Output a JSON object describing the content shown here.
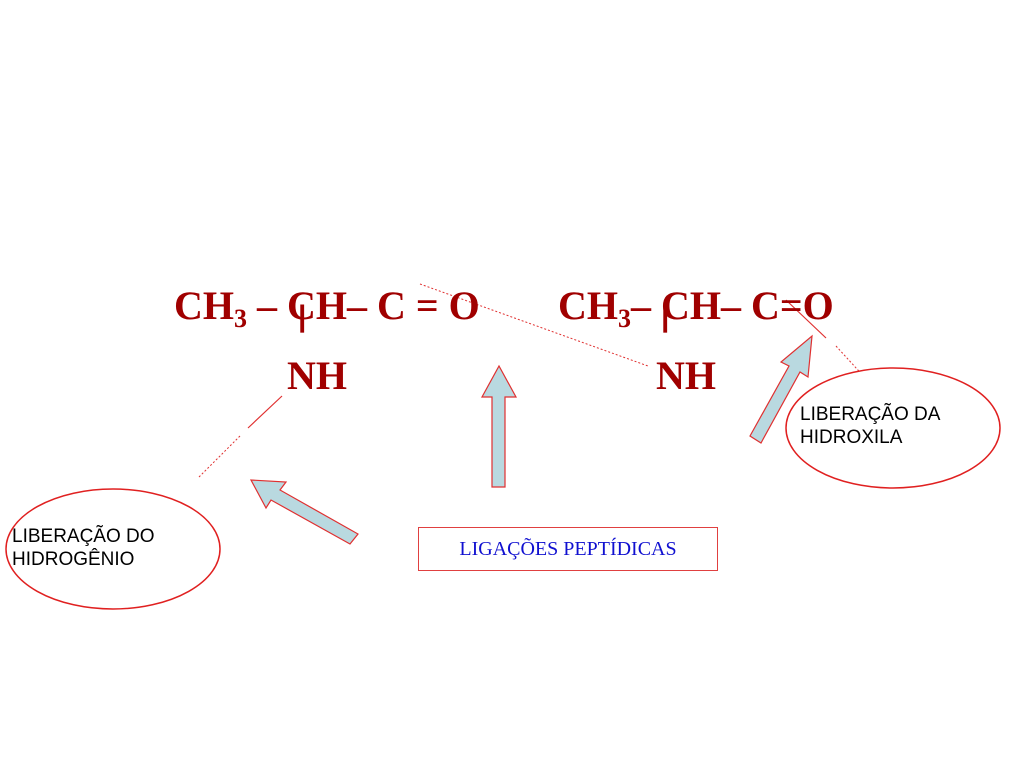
{
  "molecule1": {
    "ch": "CH",
    "sub": "3",
    "rest": " – CH– C = O",
    "bond": "|",
    "nh": "NH"
  },
  "molecule2": {
    "ch": "CH",
    "sub": "3",
    "rest": "– CH– C=O",
    "bond": "|",
    "nh": "NH"
  },
  "labels": {
    "hydroxyl": [
      "LIBERAÇÃO DA",
      "HIDROXILA"
    ],
    "hydrogen": [
      "LIBERAÇÃO DO",
      "HIDROGÊNIO"
    ],
    "peptide": "LIGAÇÕES PEPTÍDICAS"
  },
  "colors": {
    "formula": "#a00000",
    "ellipse_border": "#e02020",
    "arrow_fill": "#b9d9e0",
    "box_text": "#1010d0"
  }
}
